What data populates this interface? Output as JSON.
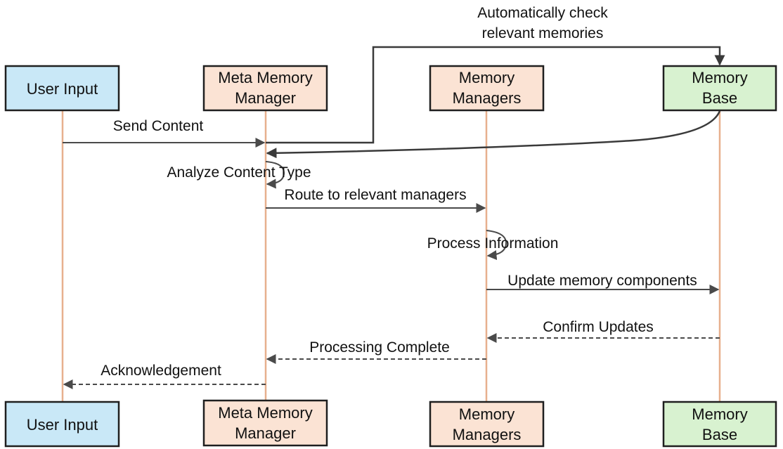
{
  "colors": {
    "user_fill": "#c9e8f7",
    "meta_fill": "#fbe3d4",
    "managers_fill": "#fbe3d4",
    "base_fill": "#d8f2d0",
    "lifeline": "#e7b08e",
    "arrow": "#4a4a4a"
  },
  "participants": {
    "user_input": {
      "line1": "User Input",
      "line2": ""
    },
    "meta_manager": {
      "line1": "Meta Memory",
      "line2": "Manager"
    },
    "memory_managers": {
      "line1": "Memory",
      "line2": "Managers"
    },
    "memory_base": {
      "line1": "Memory",
      "line2": "Base"
    }
  },
  "messages": {
    "check_memories": {
      "line1": "Automatically check",
      "line2": "relevant memories"
    },
    "send_content": "Send Content",
    "analyze_content_type": "Analyze Content Type",
    "route_to_managers": "Route to relevant managers",
    "process_information": "Process Information",
    "update_components": "Update memory components",
    "confirm_updates": "Confirm Updates",
    "processing_complete": "Processing Complete",
    "acknowledgement": "Acknowledgement"
  }
}
